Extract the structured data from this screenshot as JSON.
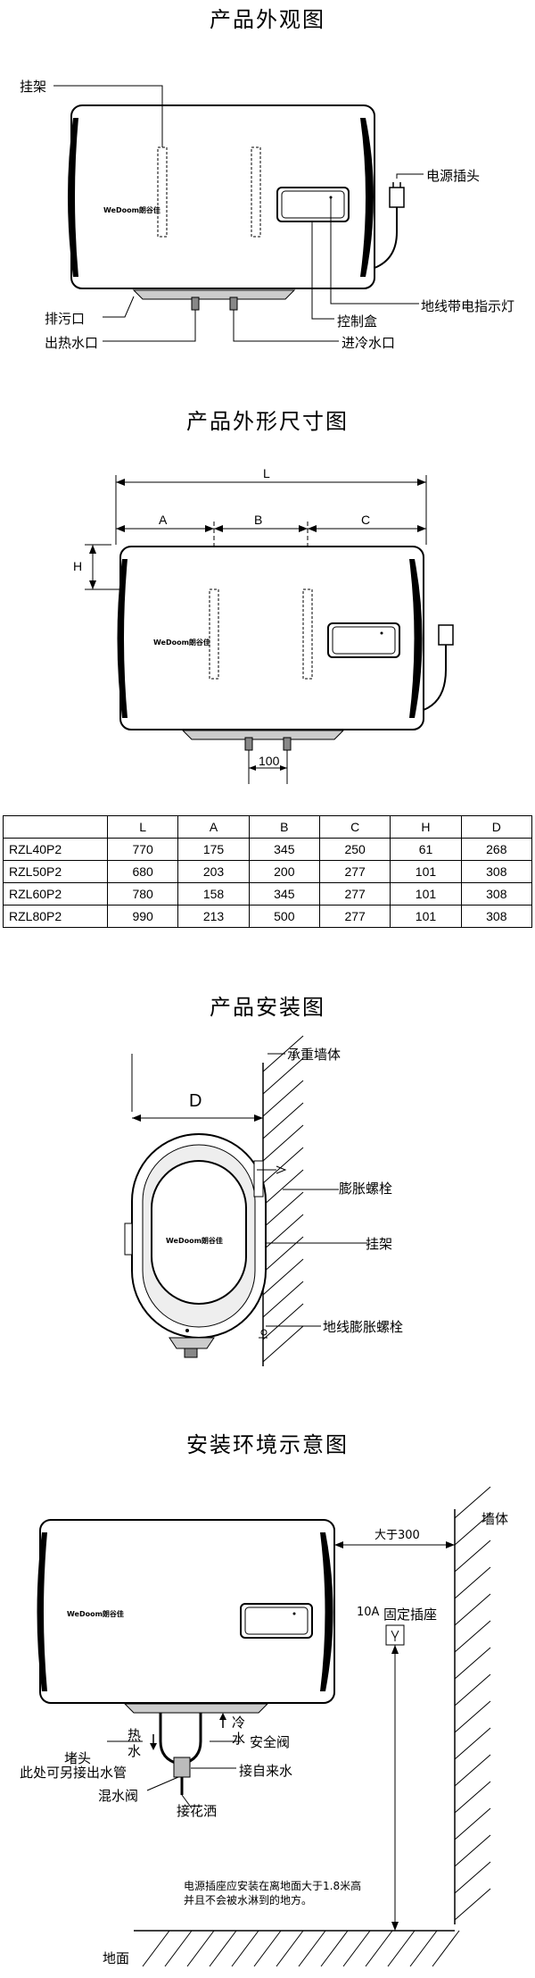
{
  "sections": {
    "appearance": {
      "title": "产品外观图",
      "brand": "WeDoom朗谷佳",
      "labels": {
        "hanger": "挂架",
        "power_plug": "电源插头",
        "ground_indicator": "地线带电指示灯",
        "control_box": "控制盒",
        "drain_outlet": "排污口",
        "hot_water_outlet": "出热水口",
        "cold_water_inlet": "进冷水口"
      }
    },
    "dimensions": {
      "title": "产品外形尺寸图",
      "brand": "WeDoom朗谷佳",
      "dim_labels": {
        "L": "L",
        "A": "A",
        "B": "B",
        "C": "C",
        "H": "H",
        "pipe_spacing": "100"
      }
    },
    "table": {
      "headers": [
        "",
        "L",
        "A",
        "B",
        "C",
        "H",
        "D"
      ],
      "rows": [
        [
          "RZL40P2",
          "770",
          "175",
          "345",
          "250",
          "61",
          "268"
        ],
        [
          "RZL50P2",
          "680",
          "203",
          "200",
          "277",
          "101",
          "308"
        ],
        [
          "RZL60P2",
          "780",
          "158",
          "345",
          "277",
          "101",
          "308"
        ],
        [
          "RZL80P2",
          "990",
          "213",
          "500",
          "277",
          "101",
          "308"
        ]
      ]
    },
    "installation": {
      "title": "产品安装图",
      "brand": "WeDoom朗谷佳",
      "labels": {
        "load_wall": "承重墙体",
        "expansion_bolt": "膨胀螺栓",
        "hanger": "挂架",
        "ground_bolt": "地线膨胀螺栓",
        "depth": "D"
      }
    },
    "environment": {
      "title": "安装环境示意图",
      "brand": "WeDoom朗谷佳",
      "labels": {
        "wall": "墙体",
        "more_than_300": "大于300",
        "socket_rating": "10A",
        "fixed_socket": "固定插座",
        "hot_water": "热水",
        "hot_water_line1": "热",
        "hot_water_line2": "水",
        "cold_water_line1": "冷",
        "cold_water_line2": "水",
        "safety_valve": "安全阀",
        "plug_line1": "堵头",
        "plug_line2": "此处可另接出水管",
        "from_tap": "接自来水",
        "mixing_valve": "混水阀",
        "shower": "接花洒",
        "note_line1": "电源插座应安装在离地面大于1.8米高",
        "note_line2": "并且不会被水淋到的地方。",
        "ground": "地面"
      }
    }
  }
}
